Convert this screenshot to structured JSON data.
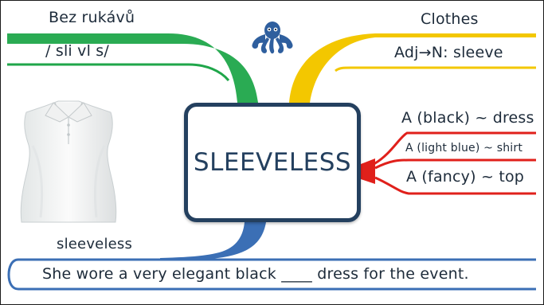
{
  "center": {
    "word": "SLEEVELESS"
  },
  "branches": {
    "czech": {
      "title": "Bez rukávů",
      "pronunciation": "/   sli   vl   s/",
      "color": "#1fa64a"
    },
    "category": {
      "title": "Clothes",
      "derivation": "Adj→N: sleeve",
      "color": "#f3c700"
    },
    "collocations": {
      "items": [
        "A (black) ~ dress",
        "A (light blue) ~ shirt",
        "A (fancy) ~ top"
      ],
      "color": "#e0201b"
    },
    "example": {
      "label": "sleeveless",
      "sentence": "She wore a very elegant black ____ dress for the event.",
      "color": "#3b6fb5"
    }
  },
  "images": {
    "logo": "octopus-icon",
    "illustration": "sleeveless-shirt-image"
  },
  "colors": {
    "center_border": "#24405f",
    "text": "#1d2b3a"
  }
}
